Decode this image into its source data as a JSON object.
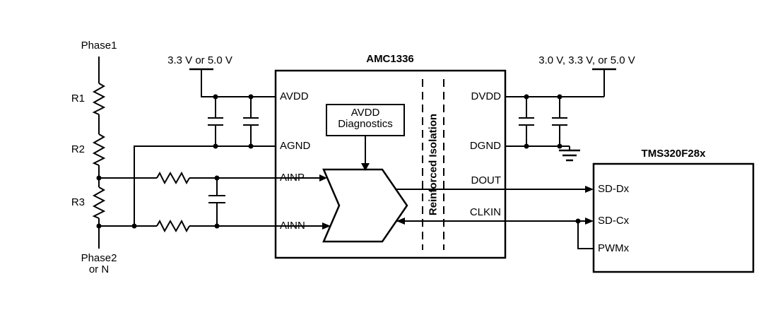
{
  "divider": {
    "phase1": "Phase1",
    "phase2_line1": "Phase2",
    "phase2_line2": "or N",
    "r1": "R1",
    "r2": "R2",
    "r3": "R3"
  },
  "supplies": {
    "left": "3.3 V or 5.0 V",
    "right": "3.0 V, 3.3 V, or 5.0 V"
  },
  "amc1336": {
    "title": "AMC1336",
    "diagnostics_line1": "AVDD",
    "diagnostics_line2": "Diagnostics",
    "isolation_label": "Reinforced Isolation",
    "pins": {
      "avdd": "AVDD",
      "agnd": "AGND",
      "ainp": "AINP",
      "ainn": "AINN",
      "dvdd": "DVDD",
      "dgnd": "DGND",
      "dout": "DOUT",
      "clkin": "CLKIN"
    }
  },
  "mcu": {
    "title": "TMS320F28x",
    "pins": {
      "sd_dx": "SD-Dx",
      "sd_cx": "SD-Cx",
      "pwmx": "PWMx"
    }
  },
  "colors": {
    "line": "#000000",
    "background": "#ffffff"
  }
}
